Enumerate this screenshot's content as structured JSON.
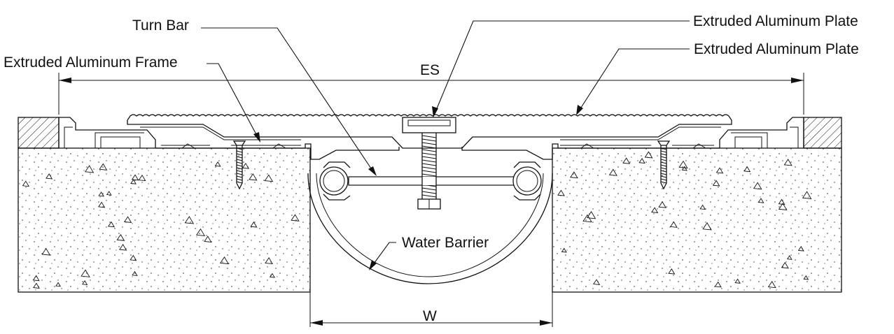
{
  "labels": {
    "turn_bar": "Turn Bar",
    "plate_top": "Extruded Aluminum Plate",
    "plate_second": "Extruded Aluminum Plate",
    "frame": "Extruded Aluminum Frame",
    "dimension_es": "ES",
    "water_barrier": "Water Barrier",
    "dimension_w": "W"
  }
}
